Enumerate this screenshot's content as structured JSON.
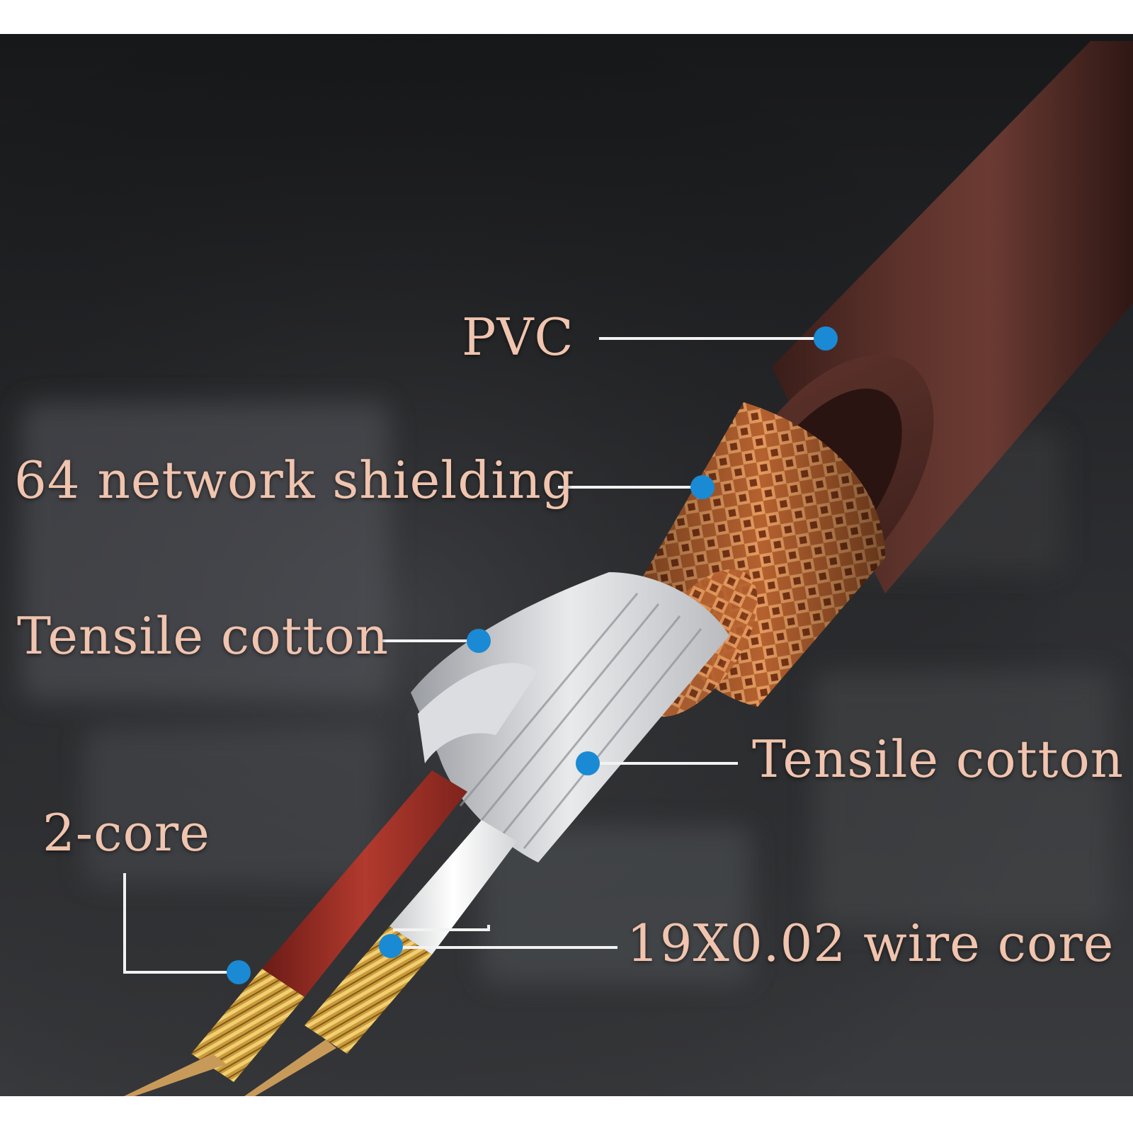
{
  "colors": {
    "label_text": "#f0c4ae",
    "leader_line": "#f2f2f2",
    "marker_dot": "#1a8ad4",
    "jacket": "#4e2a25",
    "background": "#1f2022"
  },
  "callouts": [
    {
      "id": "pvc",
      "text": "PVC"
    },
    {
      "id": "shield",
      "text": "64 network shielding"
    },
    {
      "id": "cotton_outer",
      "text": "Tensile cotton"
    },
    {
      "id": "cotton_inner",
      "text": "Tensile cotton"
    },
    {
      "id": "two_core",
      "text": "2-core"
    },
    {
      "id": "wire_core",
      "text": "19X0.02 wire core"
    }
  ]
}
